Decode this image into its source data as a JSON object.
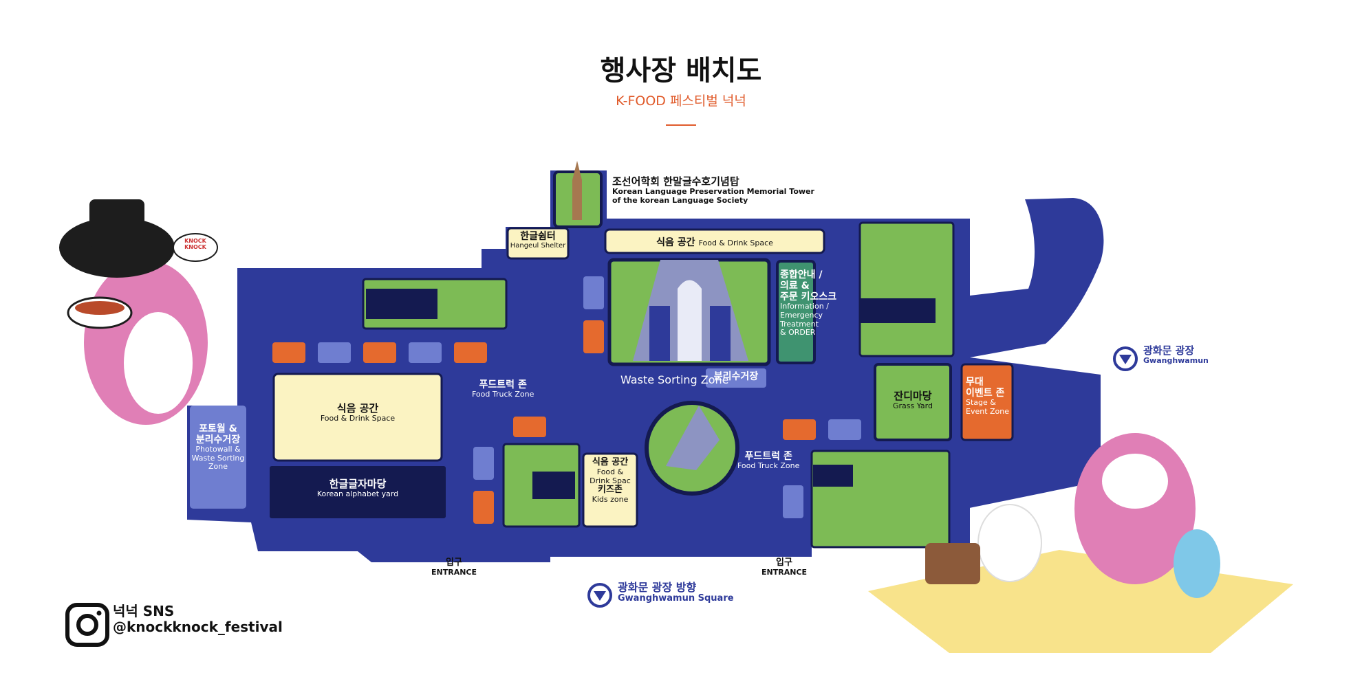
{
  "header": {
    "title": "행사장 배치도",
    "subtitle": "K-FOOD 페스티벌 넉넉"
  },
  "colors": {
    "map_blue": "#2e3a9a",
    "grass": "#7dbb55",
    "food_space": "#fbf3c2",
    "accent": "#e05a2a",
    "dark_panel": "#141a50",
    "info_green": "#3f9370",
    "stage_orange": "#e56a2e",
    "photowall": "#6f7ed0"
  },
  "map": {
    "memorial": {
      "ko": "조선어학회 한말글수호기념탑",
      "en1": "Korean Language Preservation Memorial Tower",
      "en2": "of the korean Language Society"
    },
    "hangeul_shelter": {
      "ko": "한글쉼터",
      "en": "Hangeul Shelter"
    },
    "food_space_top": {
      "ko": "식음 공간",
      "en": "Food & Drink Space"
    },
    "info_kiosk": {
      "ko1": "종합안내 /",
      "ko2": "의료 &",
      "ko3": "주문 키오스크",
      "en1": "Information /",
      "en2": "Emergency",
      "en3": "Treatment",
      "en4": "& ORDER"
    },
    "waste_sorting": {
      "en": "Waste Sorting Zone",
      "ko": "분리수거장"
    },
    "food_truck_left": {
      "ko": "푸드트럭 존",
      "en": "Food Truck Zone"
    },
    "food_truck_right": {
      "ko": "푸드트럭 존",
      "en": "Food Truck Zone"
    },
    "food_space_left": {
      "ko": "식음 공간",
      "en": "Food & Drink Space"
    },
    "alphabet_yard": {
      "ko": "한글글자마당",
      "en": "Korean alphabet yard"
    },
    "photowall": {
      "ko1": "포토월 &",
      "ko2": "분리수거장",
      "en1": "Photowall &",
      "en2": "Waste Sorting",
      "en3": "Zone"
    },
    "kids_food": {
      "ko": "식음 공간",
      "en1": "Food &",
      "en2": "Drink Spac",
      "ko2": "키즈존",
      "en3": "Kids zone"
    },
    "grass_yard": {
      "ko": "잔디마당",
      "en": "Grass Yard"
    },
    "stage": {
      "ko1": "무대",
      "ko2": "이벤트 존",
      "en1": "Stage &",
      "en2": "Event Zone"
    },
    "entrance_left": {
      "ko": "입구",
      "en": "ENTRANCE"
    },
    "entrance_right": {
      "ko": "입구",
      "en": "ENTRANCE"
    },
    "gwanghwamun_square": {
      "ko": "광화문 광장",
      "en": "Gwanghwamun"
    },
    "direction": {
      "ko": "광화문 광장 방향",
      "en": "Gwanghwamun Square"
    },
    "knock_bubble": {
      "l1": "KNOCK",
      "l2": "KNOCK"
    }
  },
  "sns": {
    "label": "넉넉 SNS",
    "handle": "@knockknock_festival",
    "icon": "instagram-icon"
  }
}
